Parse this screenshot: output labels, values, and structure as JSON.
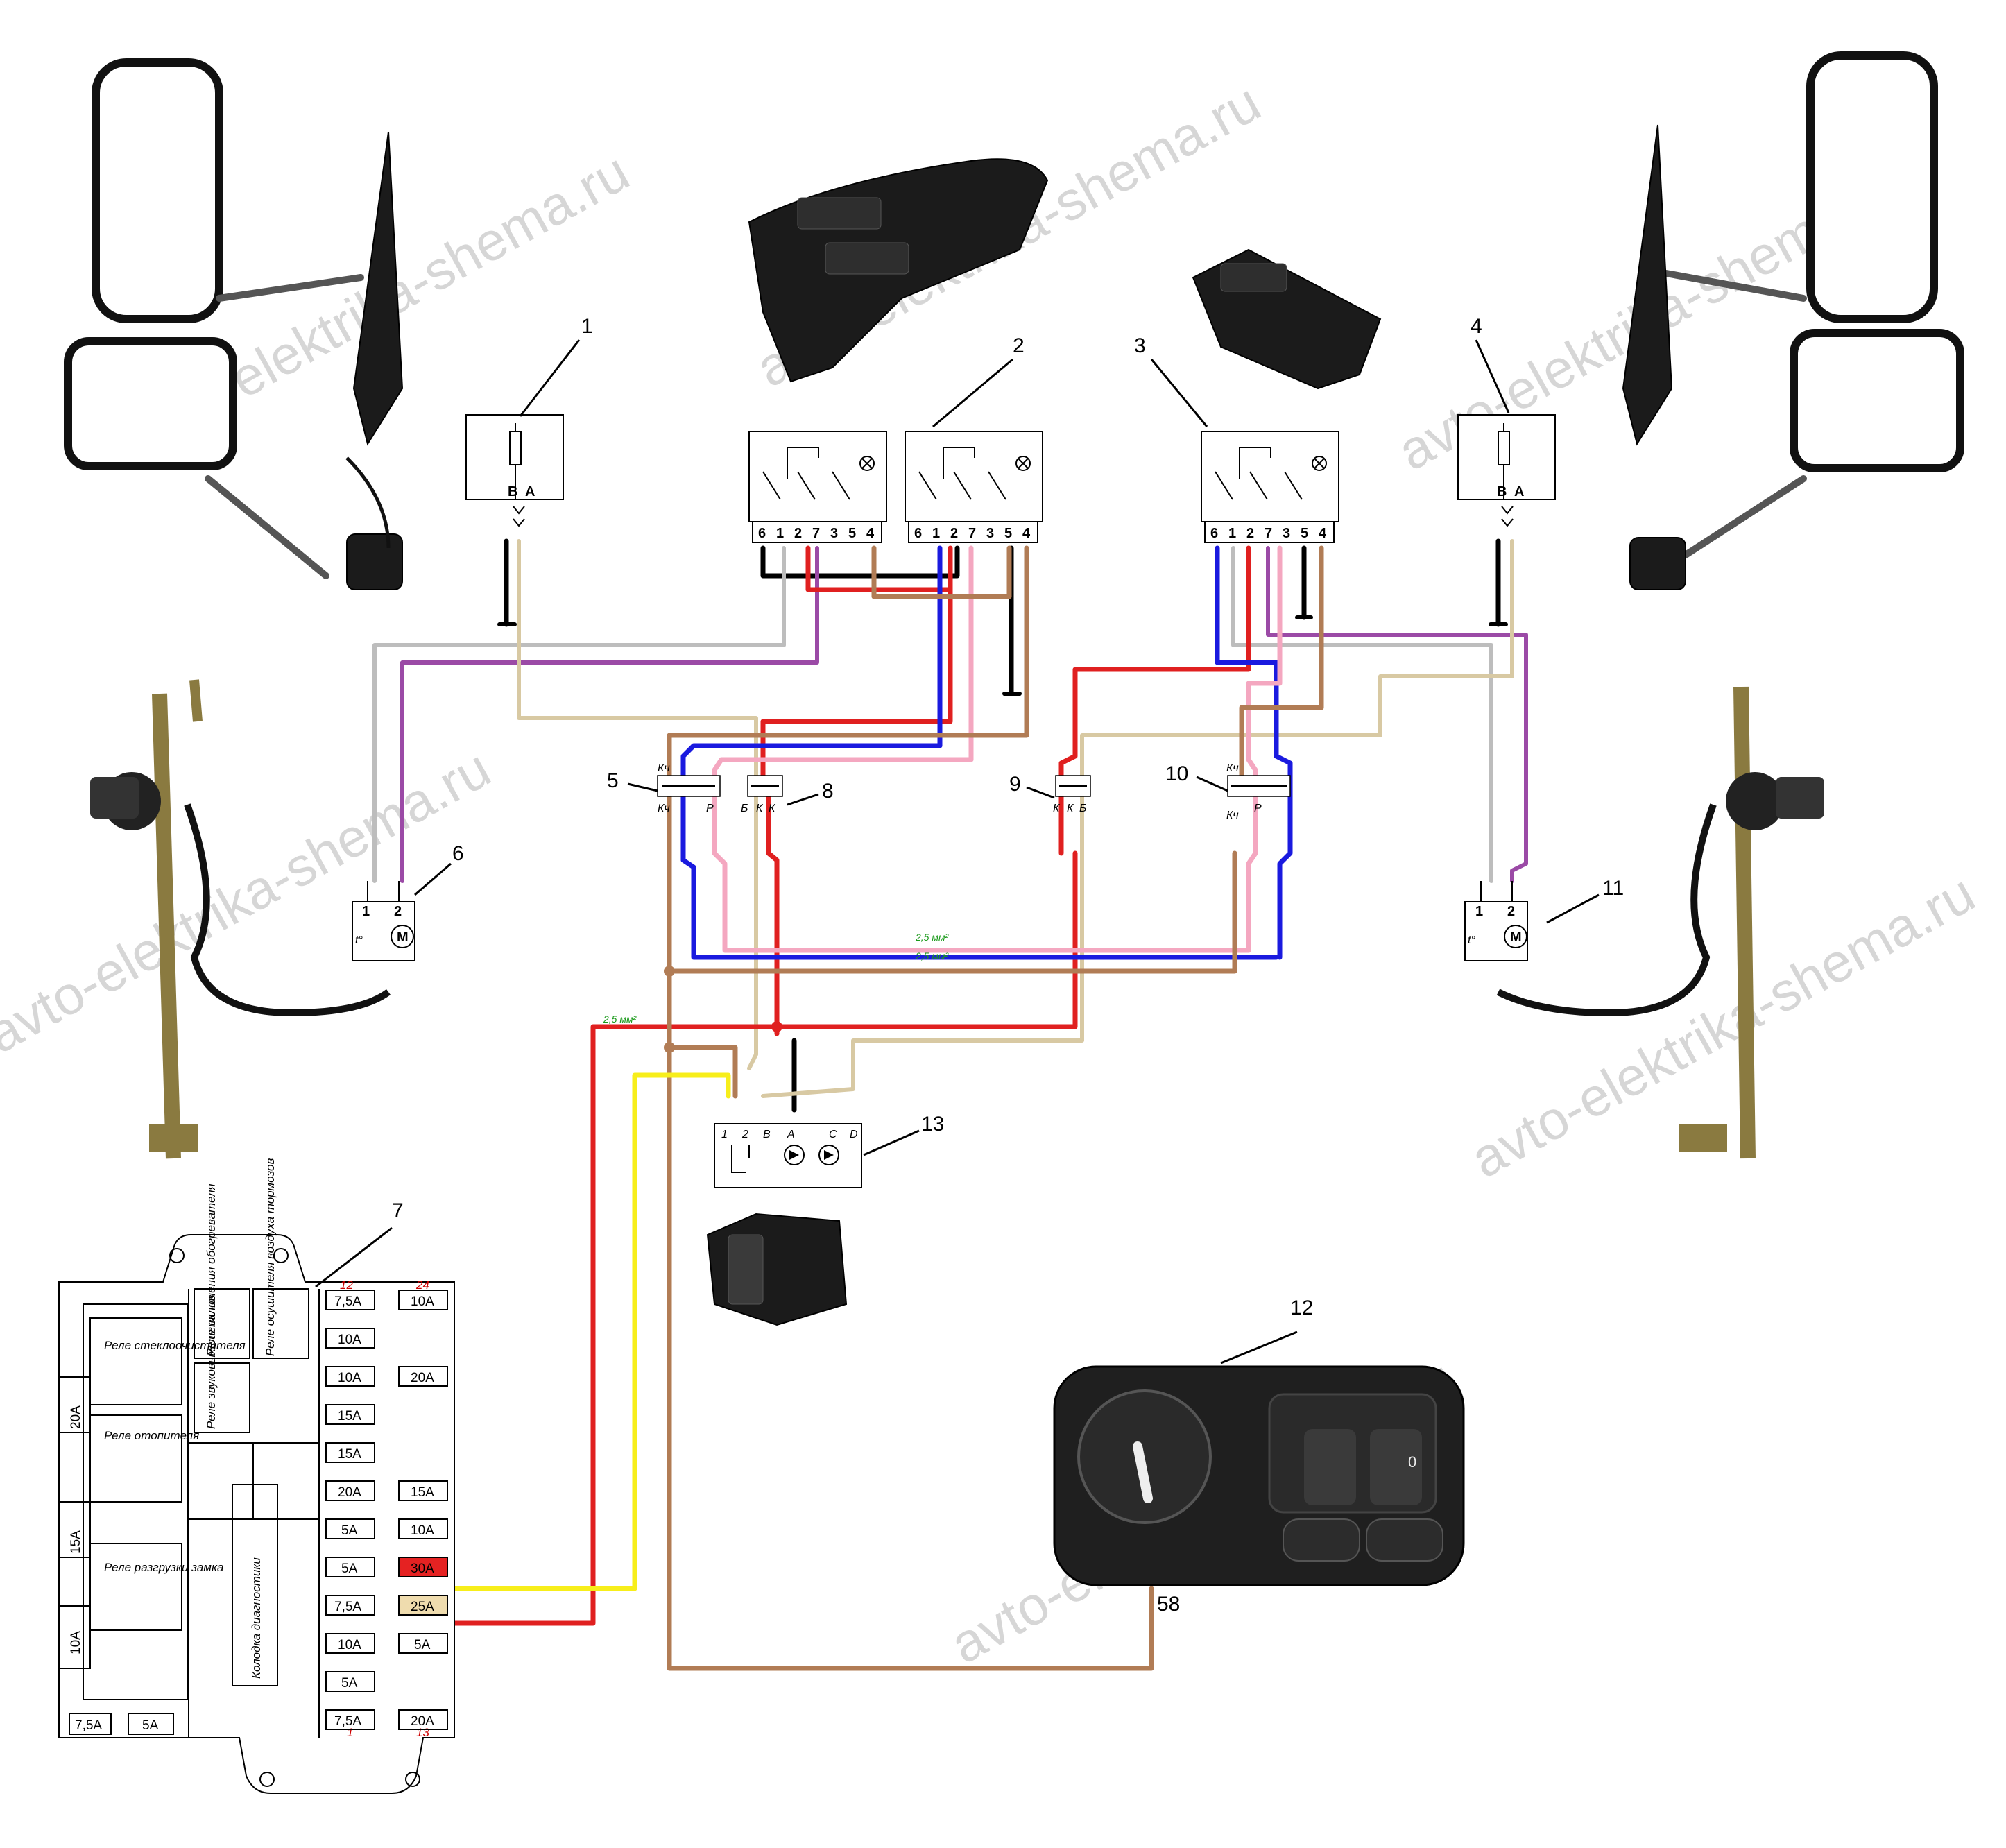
{
  "watermark": "avto-elektrika-shema.ru",
  "callouts": {
    "n1": "1",
    "n2": "2",
    "n3": "3",
    "n4": "4",
    "n5": "5",
    "n6": "6",
    "n7": "7",
    "n8": "8",
    "n9": "9",
    "n10": "10",
    "n11": "11",
    "n12": "12",
    "n13": "13",
    "n58": "58"
  },
  "mirror_heater_pins": {
    "b": "B",
    "a": "A"
  },
  "switch_pins": [
    "6",
    "1",
    "2",
    "7",
    "3",
    "5",
    "4"
  ],
  "motor_pins": {
    "p1": "1",
    "p2": "2",
    "motor": "M",
    "thermal": "t°"
  },
  "connector_labels": {
    "kch": "Кч",
    "k": "К",
    "b": "Б",
    "p": "Р"
  },
  "block13_pins": [
    "1",
    "2",
    "B",
    "A",
    "C",
    "D"
  ],
  "wire_labels": [
    "2,5 мм²",
    "2,5 мм²",
    "2,5 мм²"
  ],
  "wire_colors": {
    "black": "#000000",
    "gray": "#bdbdbd",
    "purple": "#9b4aa6",
    "red": "#e02020",
    "blue": "#1a1adf",
    "pink": "#f4a7c0",
    "brown": "#b17c55",
    "beige": "#d8c9a3",
    "yellow": "#f7ee1a"
  },
  "fuse_block": {
    "relays": {
      "washer": "Реле стеклоочистителя",
      "heater": "Реле отопителя",
      "unlock": "Реле разгрузки замка",
      "horn": "Реле звуковых сигналов",
      "defrost": "Реле включения обогревателя",
      "blower": "Реле осушителя воздуха тормозов",
      "diag": "Колодка диагностики"
    },
    "side_fuses": [
      "20A",
      "15A",
      "10A"
    ],
    "bottom_fuses": [
      "7,5A",
      "5A"
    ],
    "col_left_header": "12",
    "col_left_footer": "1",
    "col_right_header": "24",
    "col_right_footer": "13",
    "col_left": [
      "7,5A",
      "10A",
      "10A",
      "15A",
      "15A",
      "20A",
      "5A",
      "5A",
      "7,5A",
      "10A",
      "5A",
      "7,5A"
    ],
    "col_right": [
      "10A",
      "",
      "20A",
      "",
      "",
      "15A",
      "10A",
      "30A",
      "25A",
      "5A",
      "",
      "20A"
    ],
    "highlight_colors": {
      "f30": "#e52222",
      "f25": "#efdcae"
    }
  },
  "headlight_switch": {
    "zero": "0"
  }
}
